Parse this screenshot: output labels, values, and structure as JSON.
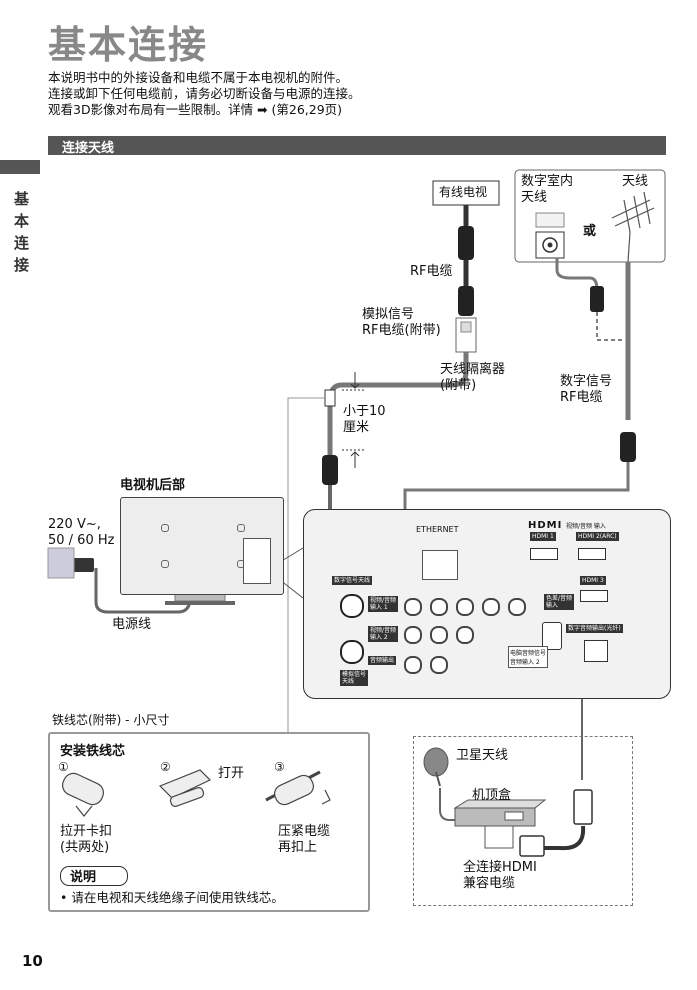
{
  "page": {
    "title": "基本连接",
    "intro": [
      "本说明书中的外接设备和电缆不属于本电视机的附件。",
      "连接或卸下任何电缆前，请务必切断设备与电源的连接。",
      "观看3D影像对布局有一些限制。详情 ➡ (第26,29页)"
    ],
    "section_title": "连接天线",
    "side_tab": [
      "基",
      "本",
      "连",
      "接"
    ],
    "page_number": "10"
  },
  "diagram": {
    "cable_tv": "有线电视",
    "digital_indoor_antenna": [
      "数字室内",
      "天线"
    ],
    "antenna": "天线",
    "or": "或",
    "rf_cable": "RF电缆",
    "analog_rf_cable": [
      "模拟信号",
      "RF电缆(附带)"
    ],
    "antenna_isolator": [
      "天线隔离器",
      "(附带)"
    ],
    "less_than": [
      "小于10",
      "厘米"
    ],
    "digital_rf_cable": [
      "数字信号",
      "RF电缆"
    ],
    "tv_rear": "电视机后部",
    "power_spec": [
      "220 V~,",
      "50 / 60 Hz"
    ],
    "power_cord": "电源线",
    "ferrite_core": "铁线芯(附带) - 小尺寸",
    "install_ferrite": "安装铁线芯",
    "step1": "①",
    "step2": "②",
    "step3": "③",
    "open": "打开",
    "pull_clip": [
      "拉开卡扣",
      "(共两处)"
    ],
    "press_cable": [
      "压紧电缆",
      "再扣上"
    ],
    "note_label": "说明",
    "note_text": "• 请在电视和天线绝缘子间使用铁线芯。",
    "satellite_antenna": "卫星天线",
    "set_top_box": "机顶盒",
    "hdmi_cable": [
      "全连接HDMI",
      "兼容电缆"
    ]
  },
  "panel": {
    "ethernet": "ETHERNET",
    "hdmi_logo": "HDMI",
    "hdmi_header": "视频/音频 输入",
    "hdmi1": "HDMI 1",
    "hdmi2": "HDMI 2(ARC)",
    "hdmi3": "HDMI 3",
    "digital_antenna_tag": "数字信号天线",
    "analog_antenna_tag": [
      "模拟信号",
      "天线"
    ],
    "av_in1": [
      "视频/音频",
      "输入 1"
    ],
    "av_in2": [
      "视频/音频",
      "输入 2"
    ],
    "audio_out": "音频输出",
    "component_tag": [
      "色差/音频",
      "输入"
    ],
    "pc_tag": [
      "电脑音频信号",
      "音频输入 2"
    ],
    "optical_tag": "数字音频输出(光纤)"
  }
}
